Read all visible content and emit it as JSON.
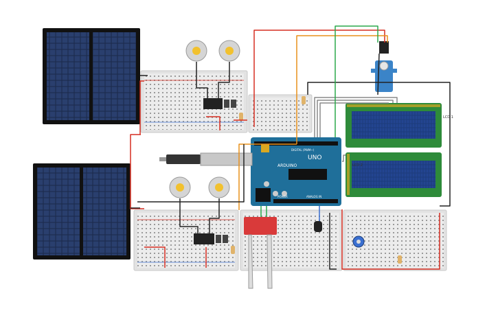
{
  "board": {
    "brand": "ARDUINO",
    "model": "UNO",
    "digital_label": "DIGITAL (PWM~)",
    "analog_label": "ANALOG IN",
    "power_label": "POWER"
  },
  "lcd_labels": {
    "top": "LCD 1",
    "bottom": "LCD 2"
  },
  "colors": {
    "wire_red": "#d62d20",
    "wire_black": "#222222",
    "wire_orange": "#e8901a",
    "wire_green": "#2aa84a",
    "wire_gray": "#7a7a7a",
    "wire_blue": "#3a6fd0",
    "arduino_blue": "#1f6f9a",
    "solar_dark": "#1b2a4a",
    "lcd_green": "#2e8b3a",
    "lcd_screen": "#1d3b7a",
    "breadboard": "#e9e9e9",
    "servo_blue": "#3b84c8"
  }
}
